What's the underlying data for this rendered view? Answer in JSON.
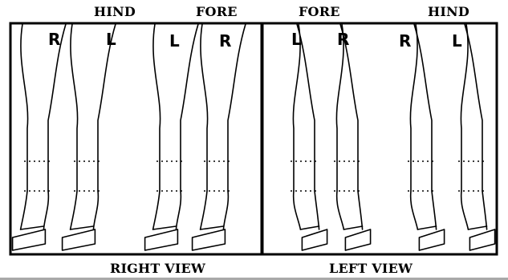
{
  "header_labels": {
    "right_panel_left": "HIND",
    "right_panel_right": "FORE",
    "left_panel_left": "FORE",
    "left_panel_right": "HIND"
  },
  "leg_letters": {
    "right_view": [
      "R",
      "L",
      "L",
      "R"
    ],
    "left_view": [
      "L",
      "R",
      "R",
      "L"
    ]
  },
  "footer_labels": {
    "right_view": "RIGHT VIEW",
    "left_view": "LEFT VIEW"
  }
}
